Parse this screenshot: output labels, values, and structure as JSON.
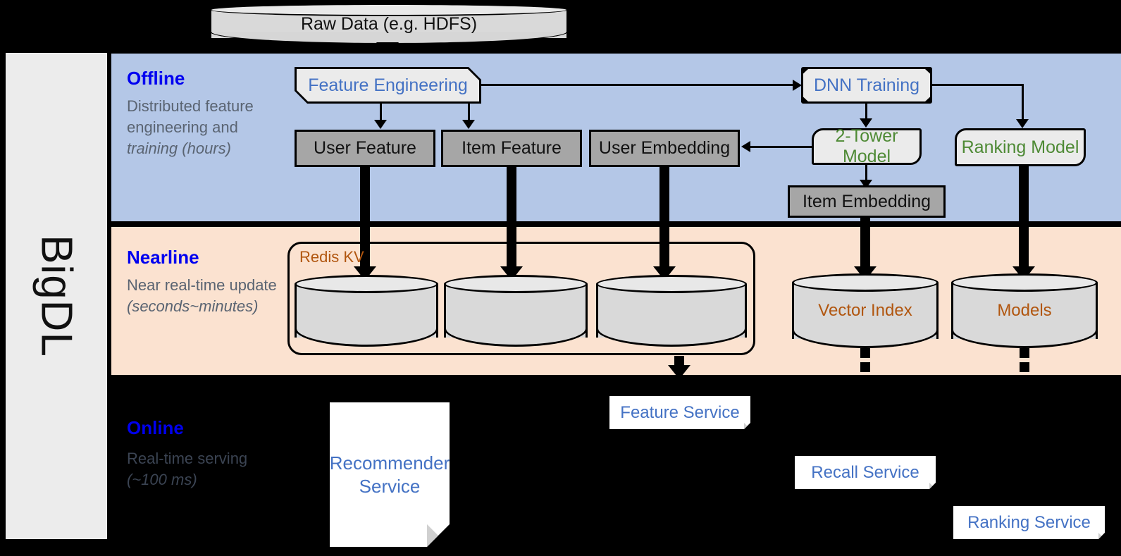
{
  "sidebar": {
    "label": "BigDL"
  },
  "bands": [
    {
      "title": "Offline",
      "sub_line1": "Distributed feature engineering and ",
      "sub_em": "training (hours)"
    },
    {
      "title": "Nearline",
      "sub_line1": "Near real-time update ",
      "sub_em": "(seconds~minutes)"
    },
    {
      "title": "Online",
      "sub_line1": "Real-time serving ",
      "sub_em": "(~100 ms)"
    }
  ],
  "offline": {
    "title": "Offline",
    "subtitle_plain": "Distributed feature engineering and ",
    "subtitle_italic": "training (hours)",
    "raw_data": "Raw Data (e.g. HDFS)",
    "feature_engineering": "Feature Engineering",
    "dnn_training": "DNN Training",
    "user_feature": "User Feature",
    "item_feature": "Item Feature",
    "user_embedding": "User Embedding",
    "two_tower_model": "2-Tower Model",
    "ranking_model": "Ranking Model",
    "item_embedding": "Item Embedding"
  },
  "nearline": {
    "title": "Nearline",
    "subtitle_plain": "Near real-time update ",
    "subtitle_italic": "(seconds~minutes)",
    "redis_kv": "Redis KV",
    "stores": [
      "",
      "",
      ""
    ],
    "vector_index": "Vector Index",
    "models": "Models"
  },
  "online": {
    "title": "Online",
    "subtitle_plain": "Real-time serving ",
    "subtitle_italic": "(~100 ms)",
    "recommender_service": "Recommender Service",
    "feature_service": "Feature Service",
    "recall_service": "Recall Service",
    "ranking_service": "Ranking Service"
  },
  "colors": {
    "offline_band": "#b4c7e7",
    "nearline_band": "#fbe2d0",
    "online_band": "#000000",
    "band_title": "#0000f0",
    "accent_blue": "#4472c4",
    "accent_green": "#4e8a35",
    "accent_orange": "#b1560f",
    "data_box": "#a6a6a6",
    "sidebar": "#ececec"
  }
}
